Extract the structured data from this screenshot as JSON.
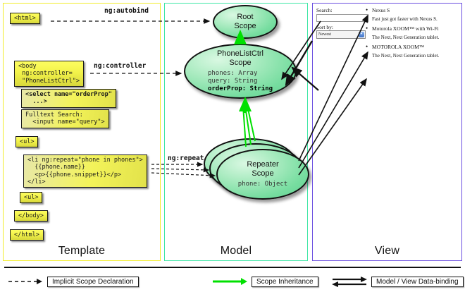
{
  "diagram": {
    "title": "AngularJS Template / Model / View scope data-binding diagram",
    "colors": {
      "template_border": "#f2ec2a",
      "model_border": "#3ee6a5",
      "view_border": "#6b4fe0",
      "template_box_fill": "#f2f24a",
      "scope_fill": "#77dda0",
      "inheritance_arrow": "#00e000",
      "binding_arrow": "#000000"
    }
  },
  "columns": {
    "template": {
      "label": "Template"
    },
    "model": {
      "label": "Model"
    },
    "view": {
      "label": "View"
    }
  },
  "template": {
    "boxes": [
      {
        "id": "html",
        "text": "<html>"
      },
      {
        "id": "body",
        "text": "<body\n ng:controller=\n \"PhoneListCtrl\">"
      },
      {
        "id": "select",
        "text": "<select name=\"orderProp\"\n  ...>"
      },
      {
        "id": "search",
        "text": "Fulltext Search:\n  <input name=\"query\">"
      },
      {
        "id": "ul1",
        "text": "<ul>"
      },
      {
        "id": "li",
        "text": "<li ng:repeat=\"phone in phones\">\n  {{phone.name}}\n  <p>{{phone.snippet}}</p>\n</li>"
      },
      {
        "id": "ul2",
        "text": "<ul>"
      },
      {
        "id": "bodyend",
        "text": "</body>"
      },
      {
        "id": "htmlend",
        "text": "</html>"
      }
    ]
  },
  "edge_labels": {
    "autobind": "ng:autobind",
    "controller": "ng:controller",
    "repeat": "ng:repeat"
  },
  "model": {
    "scopes": [
      {
        "id": "root",
        "title": "Root\nScope",
        "members": []
      },
      {
        "id": "phonelistctrl",
        "title": "PhoneListCtrl\nScope",
        "members": [
          {
            "text": "phones: Array",
            "bold": false
          },
          {
            "text": "query: String",
            "bold": false
          },
          {
            "text": "orderProp: String",
            "bold": true
          }
        ]
      },
      {
        "id": "repeater",
        "title": "Repeater\nScope",
        "members": [
          {
            "text": "phone: Object",
            "bold": false
          }
        ]
      }
    ]
  },
  "view": {
    "search_label": "Search:",
    "search_value": "",
    "sort_label": "Sort by:",
    "sort_selected": "Newest",
    "sort_options": [
      "Newest"
    ],
    "phones": [
      {
        "name": "Nexus S",
        "snippet": "Fast just got faster with Nexus S."
      },
      {
        "name": "Motorola XOOM™ with Wi-Fi",
        "snippet": "The Next, Next Generation tablet."
      },
      {
        "name": "MOTOROLA XOOM™",
        "snippet": "The Next, Next Generation tablet."
      }
    ]
  },
  "legend": [
    {
      "id": "implicit",
      "label": "Implicit Scope Declaration",
      "style": "dashed-black-arrow"
    },
    {
      "id": "inheritance",
      "label": "Scope Inheritance",
      "style": "solid-green-arrow"
    },
    {
      "id": "databinding",
      "label": "Model / View Data-binding",
      "style": "double-black-arrow"
    }
  ]
}
